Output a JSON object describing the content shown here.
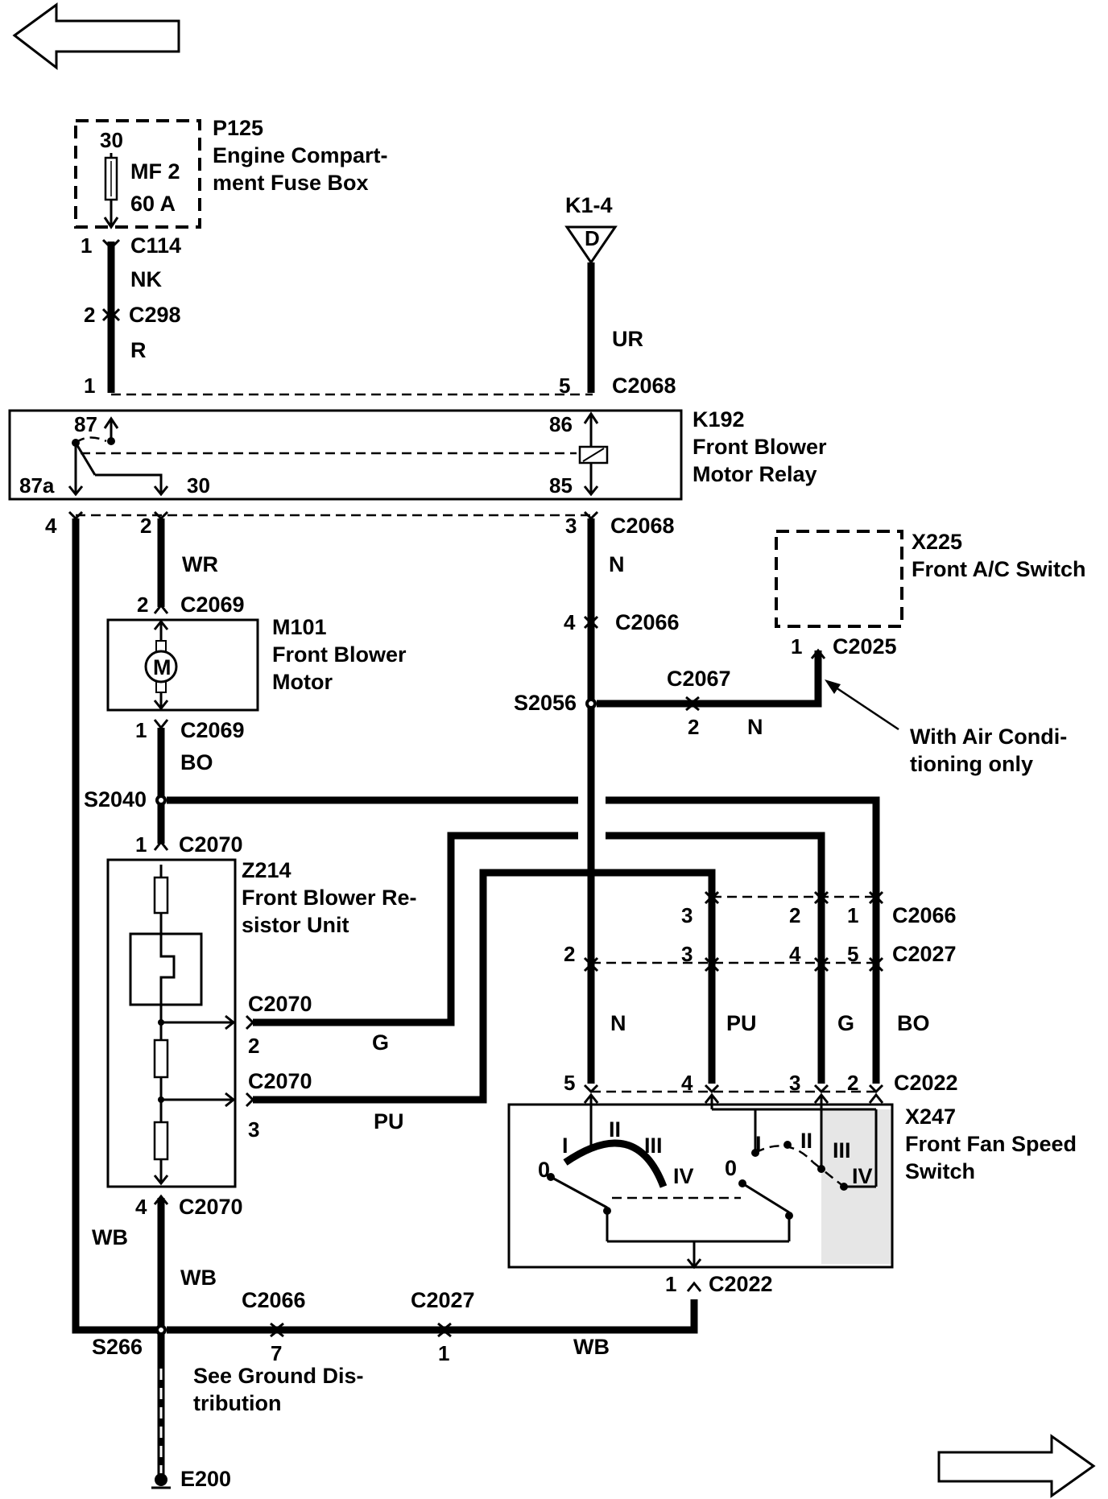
{
  "navigation": {
    "prev_arrow": "left-arrow",
    "next_arrow": "right-arrow"
  },
  "fuse_box": {
    "id": "P125",
    "name_line1": "Engine Compart-",
    "name_line2": "ment Fuse Box",
    "terminal": "30",
    "fuse_name": "MF 2",
    "fuse_rating": "60 A"
  },
  "ground_k14": {
    "id": "K1-4",
    "symbol": "D"
  },
  "relay": {
    "id": "K192",
    "name_line1": "Front Blower",
    "name_line2": "Motor Relay",
    "t87": "87",
    "t86": "86",
    "t87a": "87a",
    "t30": "30",
    "t85": "85"
  },
  "motor": {
    "id": "M101",
    "name_line1": "Front Blower",
    "name_line2": "Motor",
    "symbol": "M"
  },
  "ac_switch": {
    "id": "X225",
    "name": "Front A/C Switch",
    "note_line1": "With Air Condi-",
    "note_line2": "tioning only"
  },
  "resistor": {
    "id": "Z214",
    "name_line1": "Front Blower Re-",
    "name_line2": "sistor Unit"
  },
  "fan_switch": {
    "id": "X247",
    "name_line1": "Front Fan Speed",
    "name_line2": "Switch",
    "pos0": "0",
    "pos1": "I",
    "pos2": "II",
    "pos3": "III",
    "pos4": "IV"
  },
  "connectors": {
    "c114": "C114",
    "c298": "C298",
    "c2068_top": "C2068",
    "c2068_bottom": "C2068",
    "c2069_top": "C2069",
    "c2069_bottom": "C2069",
    "c2066_mid": "C2066",
    "c2025": "C2025",
    "c2067": "C2067",
    "c2070_top": "C2070",
    "c2070_g": "C2070",
    "c2070_pu": "C2070",
    "c2070_bottom": "C2070",
    "c2066_row": "C2066",
    "c2027_row": "C2027",
    "c2022_top": "C2022",
    "c2022_bottom": "C2022",
    "c2066_bottom": "C2066",
    "c2027_bottom": "C2027"
  },
  "splices": {
    "s2056": "S2056",
    "s2040": "S2040",
    "s266": "S266"
  },
  "ground": {
    "id": "E200",
    "note_line1": "See Ground Dis-",
    "note_line2": "tribution"
  },
  "wires": {
    "nk": "NK",
    "r": "R",
    "ur": "UR",
    "wr": "WR",
    "n_top": "N",
    "n_splice": "N",
    "bo_top": "BO",
    "n_vert": "N",
    "pu_vert": "PU",
    "g_vert": "G",
    "bo_vert": "BO",
    "g_res": "G",
    "pu_res": "PU",
    "wb_left": "WB",
    "wb_center": "WB",
    "wb_bottom": "WB"
  },
  "pins": {
    "p_c114": "1",
    "p_c298": "2",
    "p_relay_left": "1",
    "p_c2068_5": "5",
    "p_c2068_4": "4",
    "p_c2068_2": "2",
    "p_c2068_3": "3",
    "p_c2069_2": "2",
    "p_c2069_1": "1",
    "p_c2066_4": "4",
    "p_c2025_1": "1",
    "p_c2067_2": "2",
    "p_c2070_1": "1",
    "p_c2070_2": "2",
    "p_c2070_3": "3",
    "p_c2070_4": "4",
    "p_c2066_3": "3",
    "p_c2066_2": "2",
    "p_c2066_1": "1",
    "p_c2027_2": "2",
    "p_c2027_3": "3",
    "p_c2027_4": "4",
    "p_c2027_5": "5",
    "p_c2022_5": "5",
    "p_c2022_4": "4",
    "p_c2022_3": "3",
    "p_c2022_2": "2",
    "p_c2022_1": "1",
    "p_c2066_7": "7",
    "p_c2027_1": "1"
  }
}
